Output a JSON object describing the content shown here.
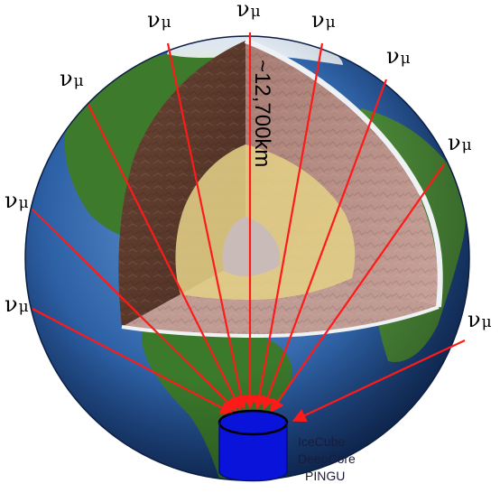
{
  "diagram": {
    "neutrino_symbol": "ν",
    "neutrino_subscript": "μ",
    "diameter_label": "~12,700km",
    "detector_labels": [
      "IceCube",
      "DeepCore",
      "PINGU"
    ],
    "colors": {
      "ocean": "#2f63a8",
      "land": "#3d7a2c",
      "ice": "#f2f5f7",
      "crust": "#5a3a2c",
      "mantle": "#b9908a",
      "outer_core": "#e3cf86",
      "inner_core": "#c9bcb8",
      "ray": "#ff1a1a",
      "detector": "#0a13d9"
    }
  }
}
